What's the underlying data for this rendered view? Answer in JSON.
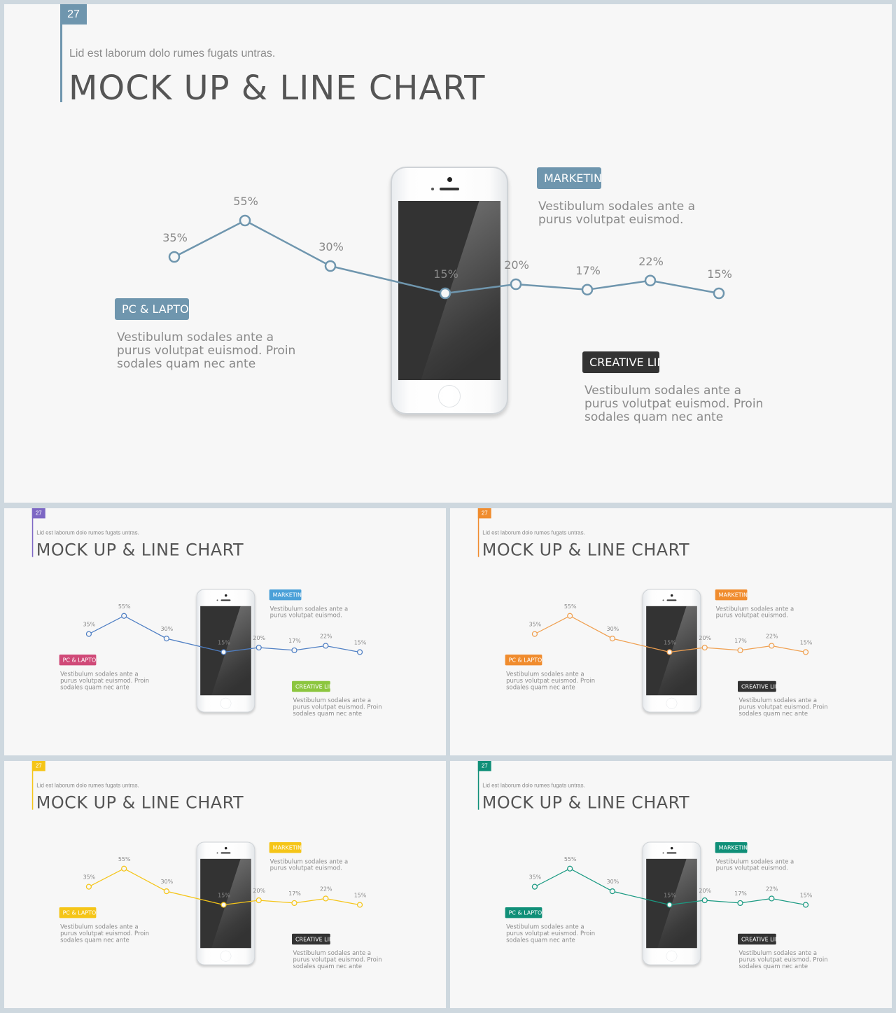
{
  "slides": [
    {
      "id": "main",
      "theme": {
        "accent": "#6f96ae",
        "page_bg": "#6f96ae",
        "pc_tag": "#6f96ae",
        "mk_tag": "#6f96ae",
        "cr_tag": "#333333"
      },
      "page_number": "27",
      "subtitle": "Lid est laborum dolo rumes fugats untras.",
      "title": "MOCK UP & LINE CHART",
      "tags": {
        "pc": "PC & LAPTOP",
        "marketing": "MARKETING",
        "creative": "CREATIVE LINE"
      },
      "descriptions": {
        "pc": "Vestibulum sodales ante a purus volutpat euismod. Proin sodales quam nec ante",
        "marketing": "Vestibulum sodales ante a purus volutpat euismod.",
        "creative": "Vestibulum sodales ante a purus volutpat euismod. Proin sodales quam nec ante"
      }
    },
    {
      "id": "purple",
      "theme": {
        "accent": "#7d67c4",
        "page_bg": "#7d67c4",
        "line": "#4f7fc4",
        "pc_tag": "#d04a78",
        "mk_tag": "#4aa0d8",
        "cr_tag": "#8cc63f"
      },
      "page_number": "27",
      "subtitle": "Lid est laborum dolo rumes fugats untras.",
      "title": "MOCK UP & LINE CHART",
      "tags": {
        "pc": "PC & LAPTOP",
        "marketing": "MARKETING",
        "creative": "CREATIVE LINE"
      },
      "descriptions": {
        "pc": "Vestibulum sodales ante a purus volutpat euismod. Proin sodales quam nec ante",
        "marketing": "Vestibulum sodales ante a purus volutpat euismod.",
        "creative": "Vestibulum sodales ante a purus volutpat euismod. Proin sodales quam nec ante"
      }
    },
    {
      "id": "orange",
      "theme": {
        "accent": "#f08c2e",
        "page_bg": "#f08c2e",
        "line": "#f0a050",
        "pc_tag": "#f08c2e",
        "mk_tag": "#f08c2e",
        "cr_tag": "#333333"
      },
      "page_number": "27",
      "subtitle": "Lid est laborum dolo rumes fugats untras.",
      "title": "MOCK UP & LINE CHART",
      "tags": {
        "pc": "PC & LAPTOP",
        "marketing": "MARKETING",
        "creative": "CREATIVE LINE"
      },
      "descriptions": {
        "pc": "Vestibulum sodales ante a purus volutpat euismod. Proin sodales quam nec ante",
        "marketing": "Vestibulum sodales ante a purus volutpat euismod.",
        "creative": "Vestibulum sodales ante a purus volutpat euismod. Proin sodales quam nec ante"
      }
    },
    {
      "id": "yellow",
      "theme": {
        "accent": "#f5c518",
        "page_bg": "#f5c518",
        "line": "#f5c518",
        "pc_tag": "#f5c518",
        "mk_tag": "#f5c518",
        "cr_tag": "#333333"
      },
      "page_number": "27",
      "subtitle": "Lid est laborum dolo rumes fugats untras.",
      "title": "MOCK UP & LINE CHART",
      "tags": {
        "pc": "PC & LAPTOP",
        "marketing": "MARKETING",
        "creative": "CREATIVE LINE"
      },
      "descriptions": {
        "pc": "Vestibulum sodales ante a purus volutpat euismod. Proin sodales quam nec ante",
        "marketing": "Vestibulum sodales ante a purus volutpat euismod.",
        "creative": "Vestibulum sodales ante a purus volutpat euismod. Proin sodales quam nec ante"
      }
    },
    {
      "id": "teal",
      "theme": {
        "accent": "#108f78",
        "page_bg": "#108f78",
        "line": "#1a9a82",
        "pc_tag": "#108f78",
        "mk_tag": "#108f78",
        "cr_tag": "#333333"
      },
      "page_number": "27",
      "subtitle": "Lid est laborum dolo rumes fugats untras.",
      "title": "MOCK UP & LINE CHART",
      "tags": {
        "pc": "PC & LAPTOP",
        "marketing": "MARKETING",
        "creative": "CREATIVE LINE"
      },
      "descriptions": {
        "pc": "Vestibulum sodales ante a purus volutpat euismod. Proin sodales quam nec ante",
        "marketing": "Vestibulum sodales ante a purus volutpat euismod.",
        "creative": "Vestibulum sodales ante a purus volutpat euismod. Proin sodales quam nec ante"
      }
    }
  ],
  "chart_data": {
    "type": "line",
    "title": "",
    "xlabel": "",
    "ylabel": "",
    "ylim": [
      10,
      60
    ],
    "grid": false,
    "legend": "none",
    "data_labels": [
      "35%",
      "55%",
      "30%",
      "15%",
      "20%",
      "17%",
      "22%",
      "15%"
    ],
    "series": [
      {
        "values": [
          35,
          55,
          30,
          15,
          20,
          17,
          22,
          15
        ]
      }
    ]
  }
}
